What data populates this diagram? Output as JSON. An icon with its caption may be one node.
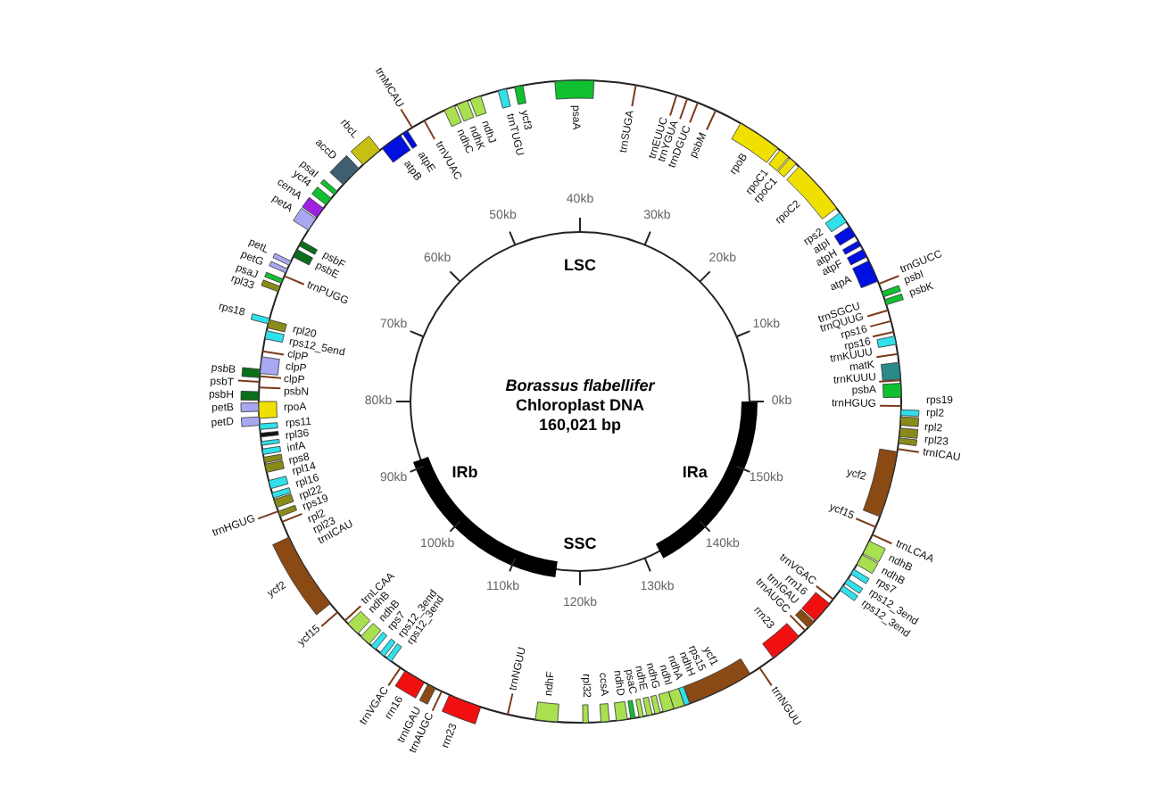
{
  "diagram": {
    "labels": [
      "Borassus flabellifer",
      "Chloroplast DNA",
      "160,021 bp",
      "LSC",
      "IRb",
      "IRa",
      "SSC",
      "0kb",
      "10kb",
      "20kb",
      "30kb",
      "40kb",
      "50kb",
      "60kb",
      "70kb",
      "80kb",
      "90kb",
      "100kb",
      "110kb",
      "120kb",
      "130kb",
      "140kb",
      "150kb",
      "trnHGUG",
      "psbA",
      "trnKUUU",
      "matK",
      "trnKUUU",
      "rps16",
      "rps16",
      "trnQUUG",
      "trnSGCU",
      "psbK",
      "psbI",
      "trnGUCC",
      "atpA",
      "atpF",
      "atpH",
      "atpI",
      "rps2",
      "atpB",
      "atpE",
      "trnMCAU",
      "trnVUAC",
      "ndhC",
      "ndhK",
      "ndhJ",
      "trnTUGU",
      "ycf3",
      "psaA",
      "trnSUGA",
      "trnEUUC",
      "trnYGUA",
      "trnDGUC",
      "psbM",
      "rpoB",
      "rpoC1",
      "rpoC1",
      "rpoC2",
      "rbcL",
      "accD",
      "psaI",
      "ycf4",
      "cemA",
      "petA",
      "psbF",
      "psbE",
      "petL",
      "petG",
      "trnPUGG",
      "psaJ",
      "rpl33",
      "rps18",
      "rpl20",
      "rps12_5end",
      "clpP",
      "clpP",
      "clpP",
      "psbB",
      "psbT",
      "psbH",
      "psbN",
      "petB",
      "petD",
      "rpoA",
      "rps11",
      "rpl36",
      "infA",
      "rps8",
      "rpl14",
      "rpl16",
      "rpl22",
      "rps19",
      "trnHGUG",
      "rpl2",
      "rpl23",
      "trnICAU",
      "ycf2",
      "ycf15",
      "trnLCAA",
      "ndhB",
      "ndhB",
      "rps7",
      "rps12_3end",
      "rps12_3end",
      "trnVGAC",
      "rrn16",
      "trnIGAU",
      "trnAUGC",
      "rrn23",
      "trnNGUU",
      "ndhF",
      "rpl32",
      "ccsA",
      "ndhD",
      "psaC",
      "ndhE",
      "ndhG",
      "ndhI",
      "ndhA",
      "ndhH",
      "rps15",
      "ycf1",
      "trnNGUU",
      "rrn23",
      "trnAUGC",
      "trnIGAU",
      "rrn16",
      "trnVGAC",
      "rps12_3end",
      "rps12_3end",
      "rps7",
      "ndhB",
      "ndhB",
      "trnLCAA",
      "ycf15",
      "ycf2",
      "trnICAU",
      "rpl23",
      "rpl2",
      "rpl2",
      "rps19"
    ]
  }
}
